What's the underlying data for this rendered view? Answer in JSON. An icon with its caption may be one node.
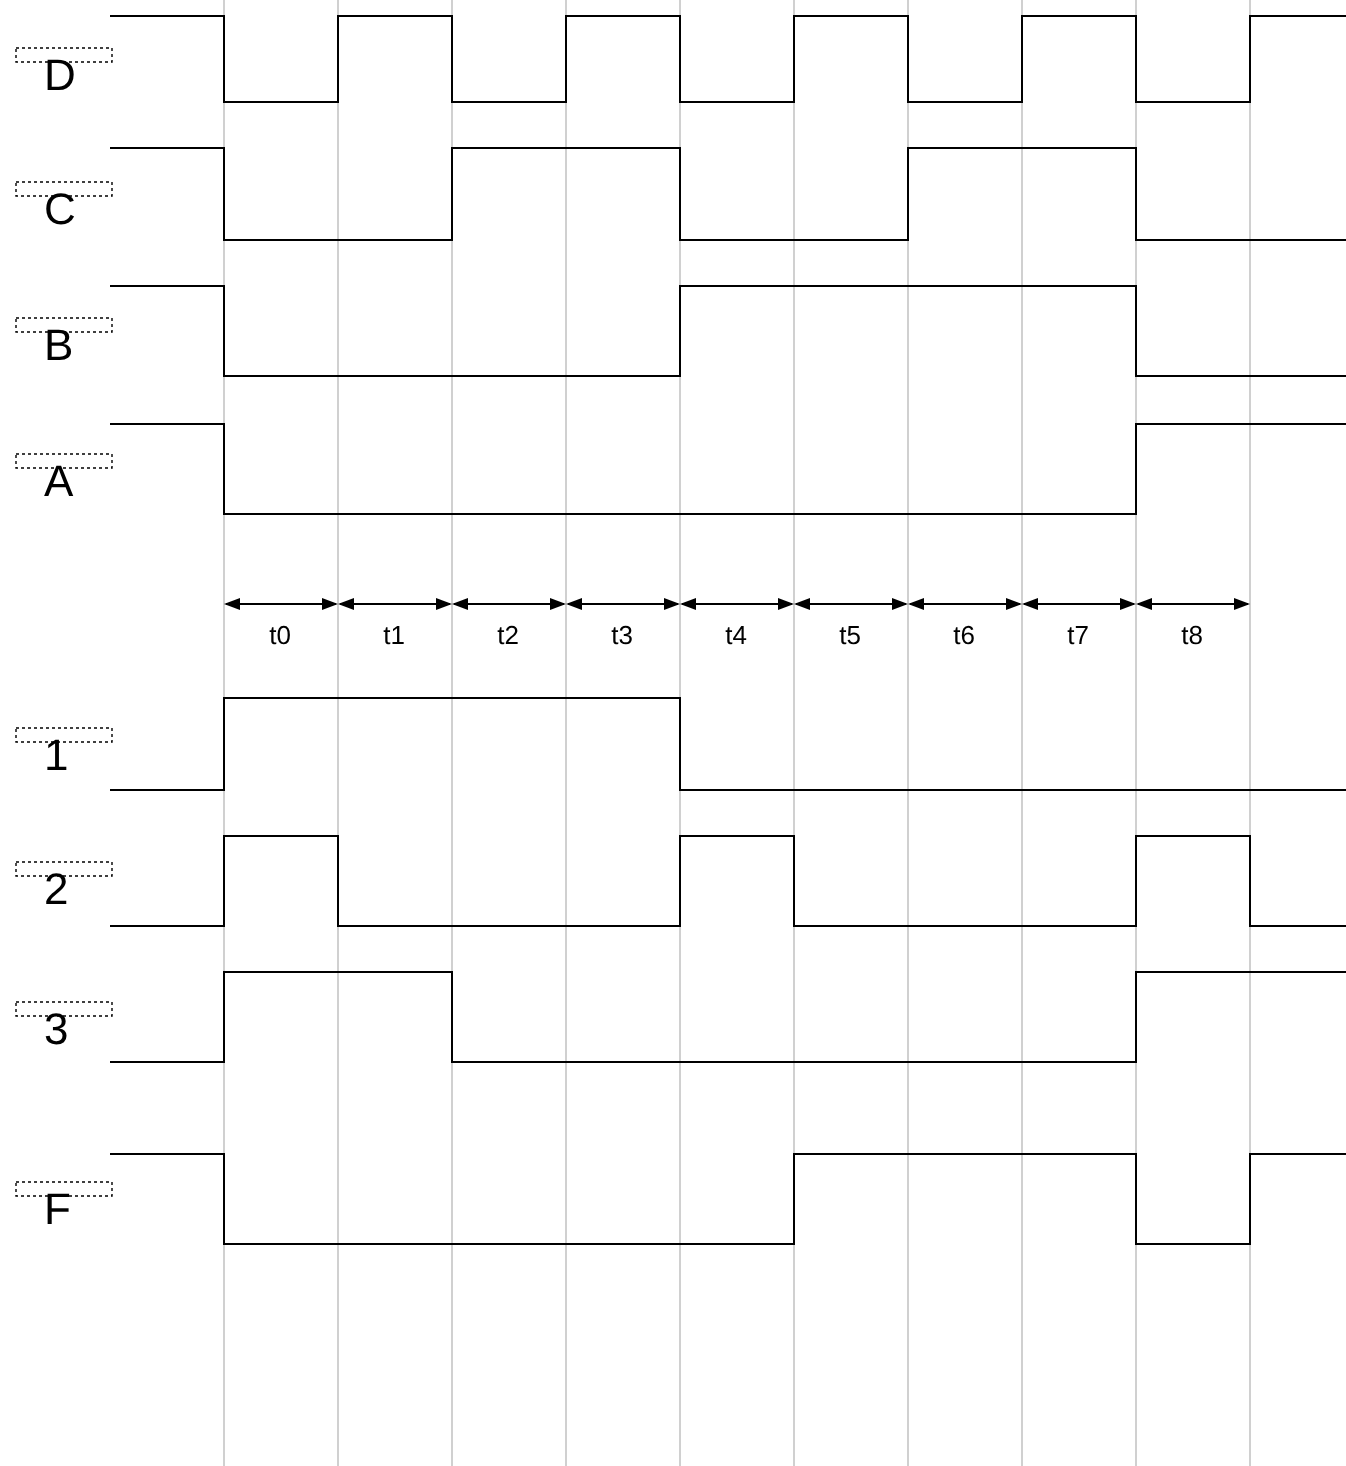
{
  "diagram": {
    "labels": [
      "D",
      "C",
      "B",
      "A",
      "t0",
      "t1",
      "t2",
      "t3",
      "t4",
      "t5",
      "t6",
      "t7",
      "t8",
      "1",
      "2",
      "3",
      "F"
    ]
  }
}
